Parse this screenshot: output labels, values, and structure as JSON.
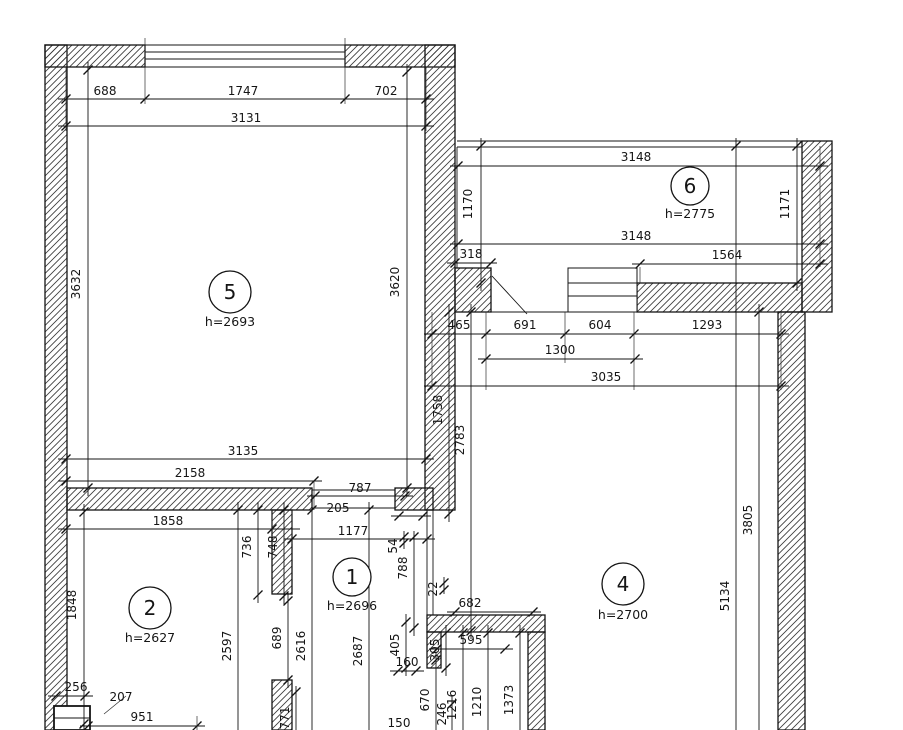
{
  "rooms": {
    "r5": {
      "num": "5",
      "h": "h=2693"
    },
    "r6": {
      "num": "6",
      "h": "h=2775"
    },
    "r2": {
      "num": "2",
      "h": "h=2627"
    },
    "r1": {
      "num": "1",
      "h": "h=2696"
    },
    "r4": {
      "num": "4",
      "h": "h=2700"
    }
  },
  "dims": {
    "d688": "688",
    "d1747": "1747",
    "d702": "702",
    "d3131": "3131",
    "d3632": "3632",
    "d3620": "3620",
    "d3135": "3135",
    "d2158": "2158",
    "d787": "787",
    "d205": "205",
    "d1177": "1177",
    "d54": "54",
    "d788": "788",
    "d1858": "1858",
    "d736": "736",
    "d748": "748",
    "d689": "689",
    "d1848": "1848",
    "d2597": "2597",
    "d2616": "2616",
    "d2687": "2687",
    "d3148a": "3148",
    "d3148b": "3148",
    "d1170": "1170",
    "d1171": "1171",
    "d1564": "1564",
    "d318": "318",
    "d465": "465",
    "d691": "691",
    "d604": "604",
    "d1293": "1293",
    "d1300": "1300",
    "d3035": "3035",
    "d1758": "1758",
    "d2783": "2783",
    "d3805": "3805",
    "d5134": "5134",
    "d22": "22",
    "d682": "682",
    "d405": "405",
    "d305": "305",
    "d595": "595",
    "d160": "160",
    "d670": "670",
    "d246": "246",
    "d1216": "1216",
    "d1210": "1210",
    "d1373": "1373",
    "d150": "150",
    "d256": "256",
    "d207": "207",
    "d951": "951",
    "d771": "771"
  }
}
